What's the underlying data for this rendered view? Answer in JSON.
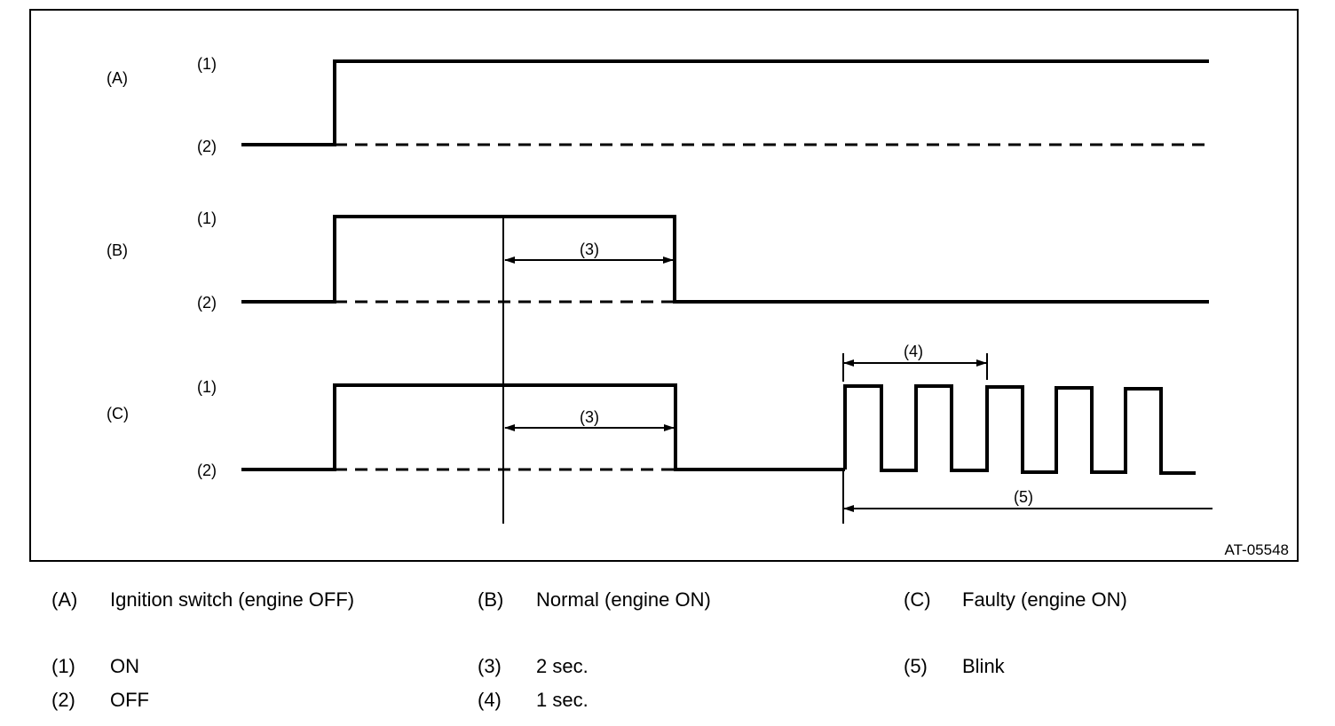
{
  "diagram": {
    "code": "AT-05548",
    "rows": [
      {
        "id": "A",
        "label": "(A)",
        "on": "(1)",
        "off": "(2)"
      },
      {
        "id": "B",
        "label": "(B)",
        "on": "(1)",
        "off": "(2)"
      },
      {
        "id": "C",
        "label": "(C)",
        "on": "(1)",
        "off": "(2)"
      }
    ],
    "callouts": {
      "b_duration": "(3)",
      "c_duration": "(3)",
      "blink_period": "(4)",
      "blink": "(5)"
    }
  },
  "legend": {
    "A": {
      "key": "(A)",
      "text": "Ignition switch (engine OFF)"
    },
    "B": {
      "key": "(B)",
      "text": "Normal (engine ON)"
    },
    "C": {
      "key": "(C)",
      "text": "Faulty (engine ON)"
    },
    "n1": {
      "key": "(1)",
      "text": "ON"
    },
    "n2": {
      "key": "(2)",
      "text": "OFF"
    },
    "n3": {
      "key": "(3)",
      "text": "2 sec."
    },
    "n4": {
      "key": "(4)",
      "text": "1 sec."
    },
    "n5": {
      "key": "(5)",
      "text": "Blink"
    }
  }
}
